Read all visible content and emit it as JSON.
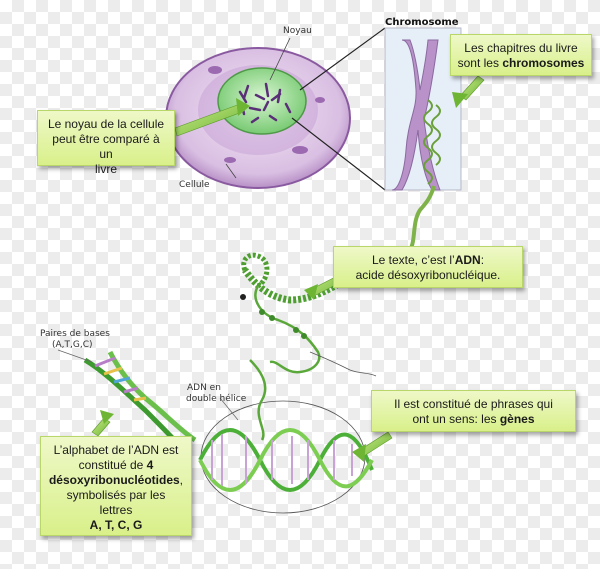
{
  "labels": {
    "noyau": "Noyau",
    "cellule": "Cellule",
    "chromosome": "Chromosome",
    "paires_line1": "Paires de bases",
    "paires_line2": "(A,T,G,C)",
    "adn_line1": "ADN en",
    "adn_line2": "double hélice"
  },
  "callouts": {
    "noyau": {
      "line1": "Le noyau de la cellule",
      "line2": "peut être comparé à un",
      "line3": "livre"
    },
    "chapitres": {
      "line1": "Les chapitres du livre",
      "line2_pre": "sont les ",
      "line2_bold": "chromosomes"
    },
    "texte": {
      "line1_pre": "Le texte, c’est l’",
      "line1_bold": "ADN",
      "line1_post": ":",
      "line2": "acide désoxyribonucléique."
    },
    "phrases": {
      "line1": "Il est constitué de phrases qui",
      "line2_pre": "ont un sens: les ",
      "line2_bold": "gènes"
    },
    "alphabet": {
      "line1": "L’alphabet de l’ADN est",
      "line2_pre": "constitué de ",
      "line2_bold": "4",
      "line3_bold": "désoxyribonucléotides",
      "line3_post": ",",
      "line4": "symbolisés par les",
      "line5": "lettres",
      "line6_bold": "A, T, C, G"
    }
  },
  "colors": {
    "callout_fill": "#d9f08a",
    "arrow_green": "#7fc241",
    "cell_purple": "#c9a3d6",
    "nucleus_green": "#8fd68a",
    "chromosome_purple": "#b892c8",
    "dna_green": "#5bb33a"
  }
}
